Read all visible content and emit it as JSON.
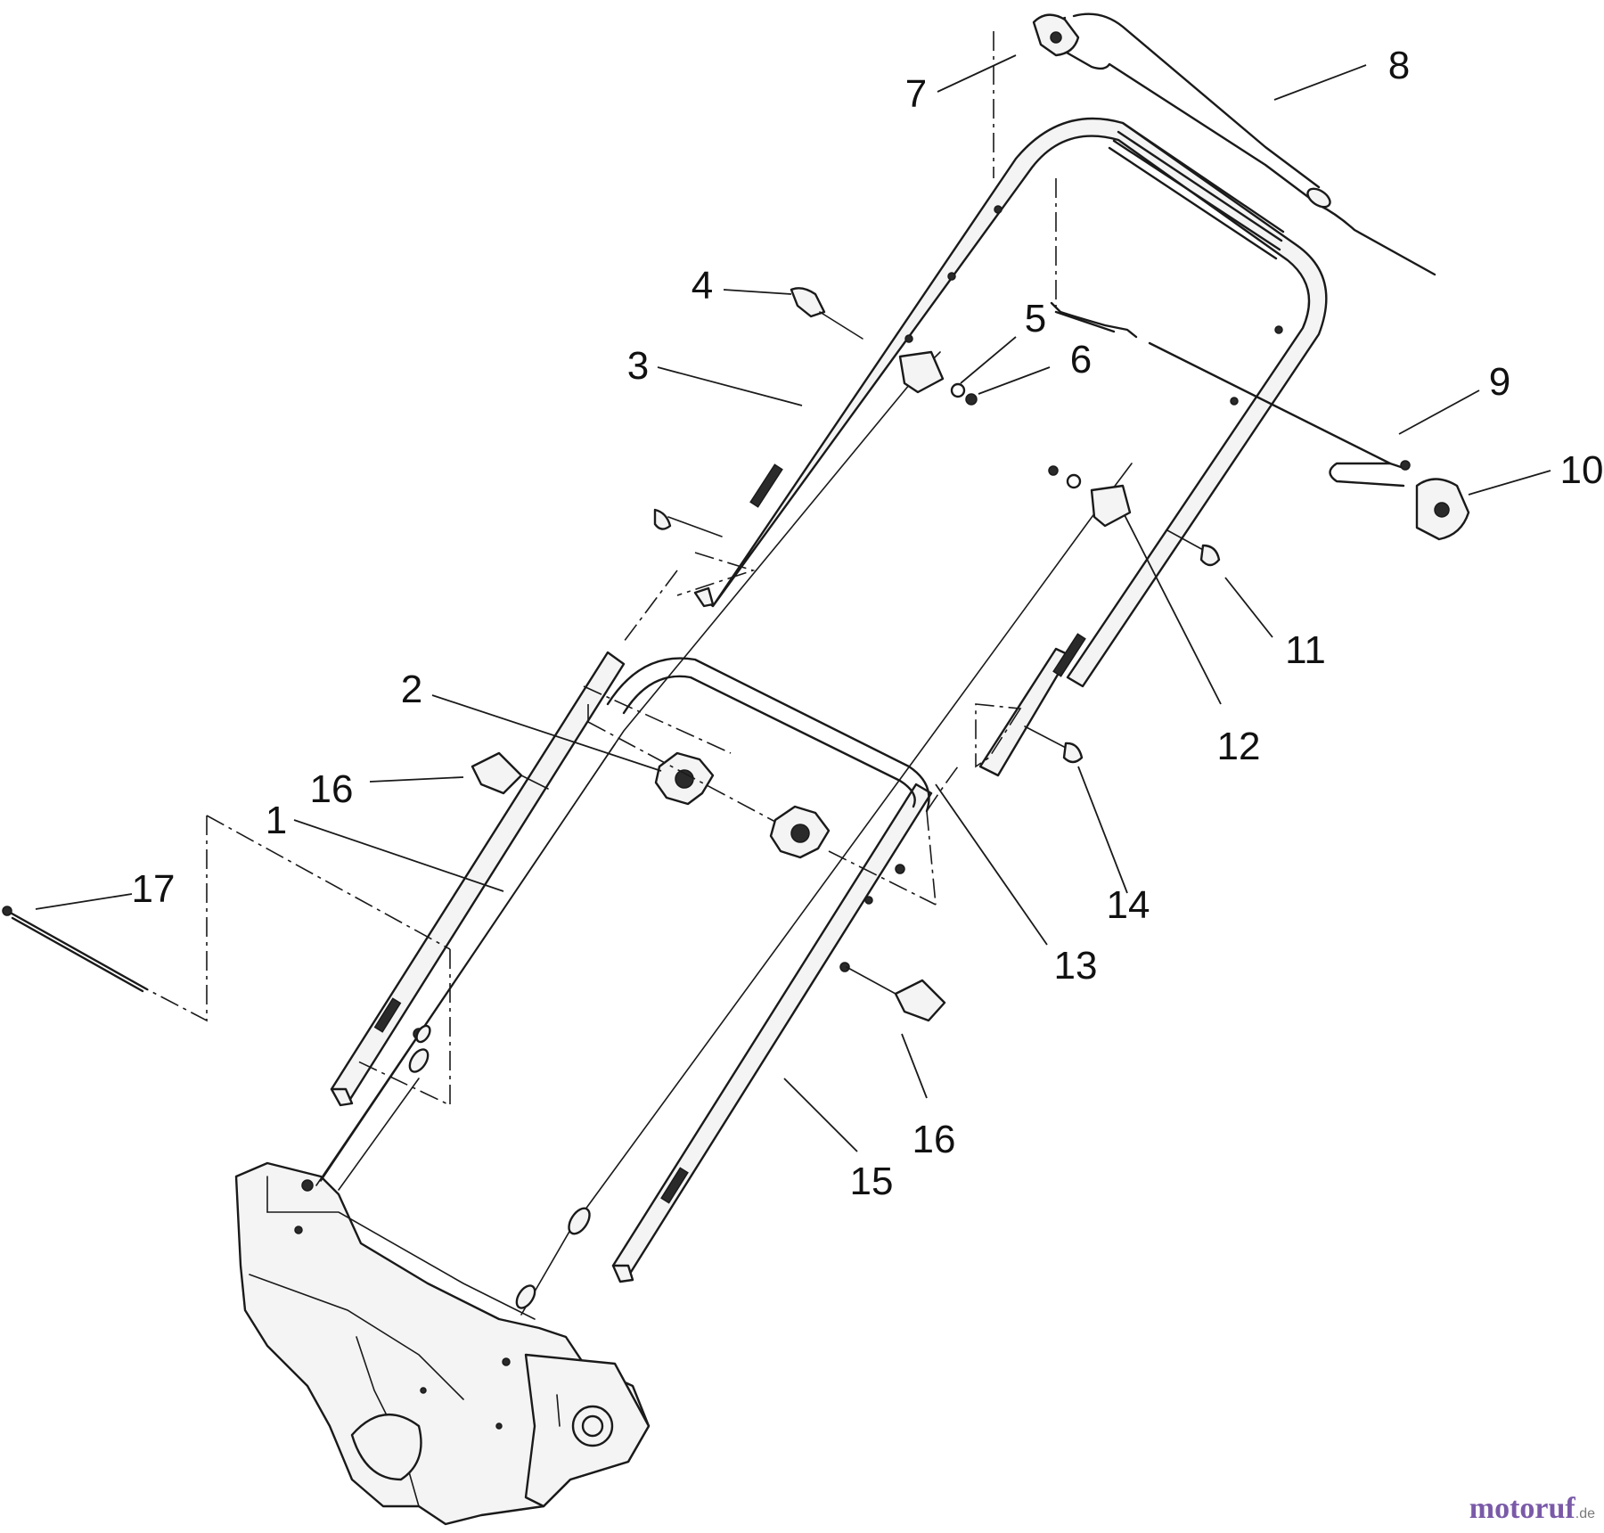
{
  "diagram": {
    "callouts": [
      {
        "id": "1",
        "label": "1"
      },
      {
        "id": "2",
        "label": "2"
      },
      {
        "id": "3",
        "label": "3"
      },
      {
        "id": "4",
        "label": "4"
      },
      {
        "id": "5",
        "label": "5"
      },
      {
        "id": "6",
        "label": "6"
      },
      {
        "id": "7",
        "label": "7"
      },
      {
        "id": "8",
        "label": "8"
      },
      {
        "id": "9",
        "label": "9"
      },
      {
        "id": "10",
        "label": "10"
      },
      {
        "id": "11",
        "label": "11"
      },
      {
        "id": "12",
        "label": "12"
      },
      {
        "id": "13",
        "label": "13"
      },
      {
        "id": "14",
        "label": "14"
      },
      {
        "id": "15",
        "label": "15"
      },
      {
        "id": "16a",
        "label": "16"
      },
      {
        "id": "16b",
        "label": "16"
      },
      {
        "id": "17",
        "label": "17"
      }
    ]
  },
  "watermark": {
    "brand": "motoruf",
    "suffix": ".de"
  }
}
